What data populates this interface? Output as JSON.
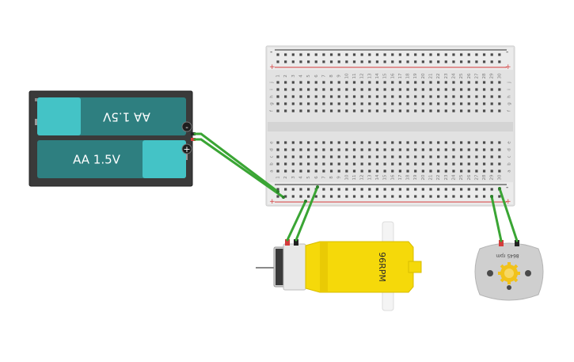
{
  "battery_pack": {
    "cell_top_label": "AA 1.5V",
    "cell_bottom_label": "AA 1.5V",
    "minus_symbol": "-",
    "plus_symbol": "+"
  },
  "breadboard": {
    "rail_minus": "-",
    "rail_plus": "+",
    "columns": 30,
    "upper_row_letters": [
      "j",
      "i",
      "h",
      "g",
      "f"
    ],
    "lower_row_letters": [
      "e",
      "d",
      "c",
      "b",
      "a"
    ]
  },
  "gear_motor": {
    "label": "96RPM"
  },
  "dc_motor": {
    "label": "8645 rpm"
  },
  "colors": {
    "wire": "#3aa534",
    "battery_case": "#3a3a3a",
    "battery_cell": "#2e7f80",
    "battery_cap": "#44c3c6",
    "motor_yellow": "#f5d90a",
    "minus_rail": "#2c2c2c",
    "plus_rail": "#d43c3c"
  }
}
